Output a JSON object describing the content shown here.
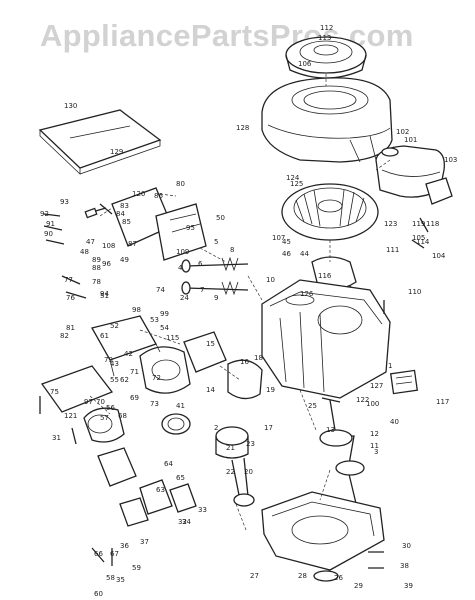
{
  "watermark": {
    "text": "AppliancePartsPros.com"
  },
  "parts": {
    "ids": [
      "1",
      "2",
      "3",
      "4",
      "5",
      "6",
      "7",
      "8",
      "9",
      "10",
      "11",
      "12",
      "13",
      "14",
      "15",
      "16",
      "17",
      "18",
      "19",
      "20",
      "21",
      "22",
      "23",
      "24",
      "25",
      "26",
      "27",
      "28",
      "29",
      "30",
      "31",
      "32",
      "33",
      "34",
      "35",
      "36",
      "37",
      "38",
      "39",
      "40",
      "41",
      "42",
      "43",
      "44",
      "45",
      "46",
      "47",
      "48",
      "49",
      "50",
      "51",
      "52",
      "53",
      "54",
      "55",
      "56",
      "57",
      "58",
      "59",
      "60",
      "61",
      "62",
      "63",
      "64",
      "65",
      "66",
      "67",
      "68",
      "69",
      "70",
      "71",
      "72",
      "73",
      "74",
      "75",
      "76",
      "77",
      "78",
      "79",
      "80",
      "81",
      "82",
      "83",
      "84",
      "85",
      "86",
      "87",
      "88",
      "89",
      "90",
      "91",
      "92",
      "93",
      "94",
      "95",
      "96",
      "97",
      "98",
      "99",
      "100",
      "101",
      "102",
      "103",
      "104",
      "105",
      "106",
      "107",
      "108",
      "109",
      "110",
      "111",
      "112",
      "113",
      "114",
      "115",
      "116",
      "117",
      "118",
      "119",
      "120",
      "121",
      "122",
      "123",
      "124",
      "125",
      "126",
      "127",
      "128",
      "129",
      "130"
    ]
  },
  "colors": {
    "ink": "#222222",
    "watermark": "#d2d2d2",
    "background": "#ffffff"
  }
}
